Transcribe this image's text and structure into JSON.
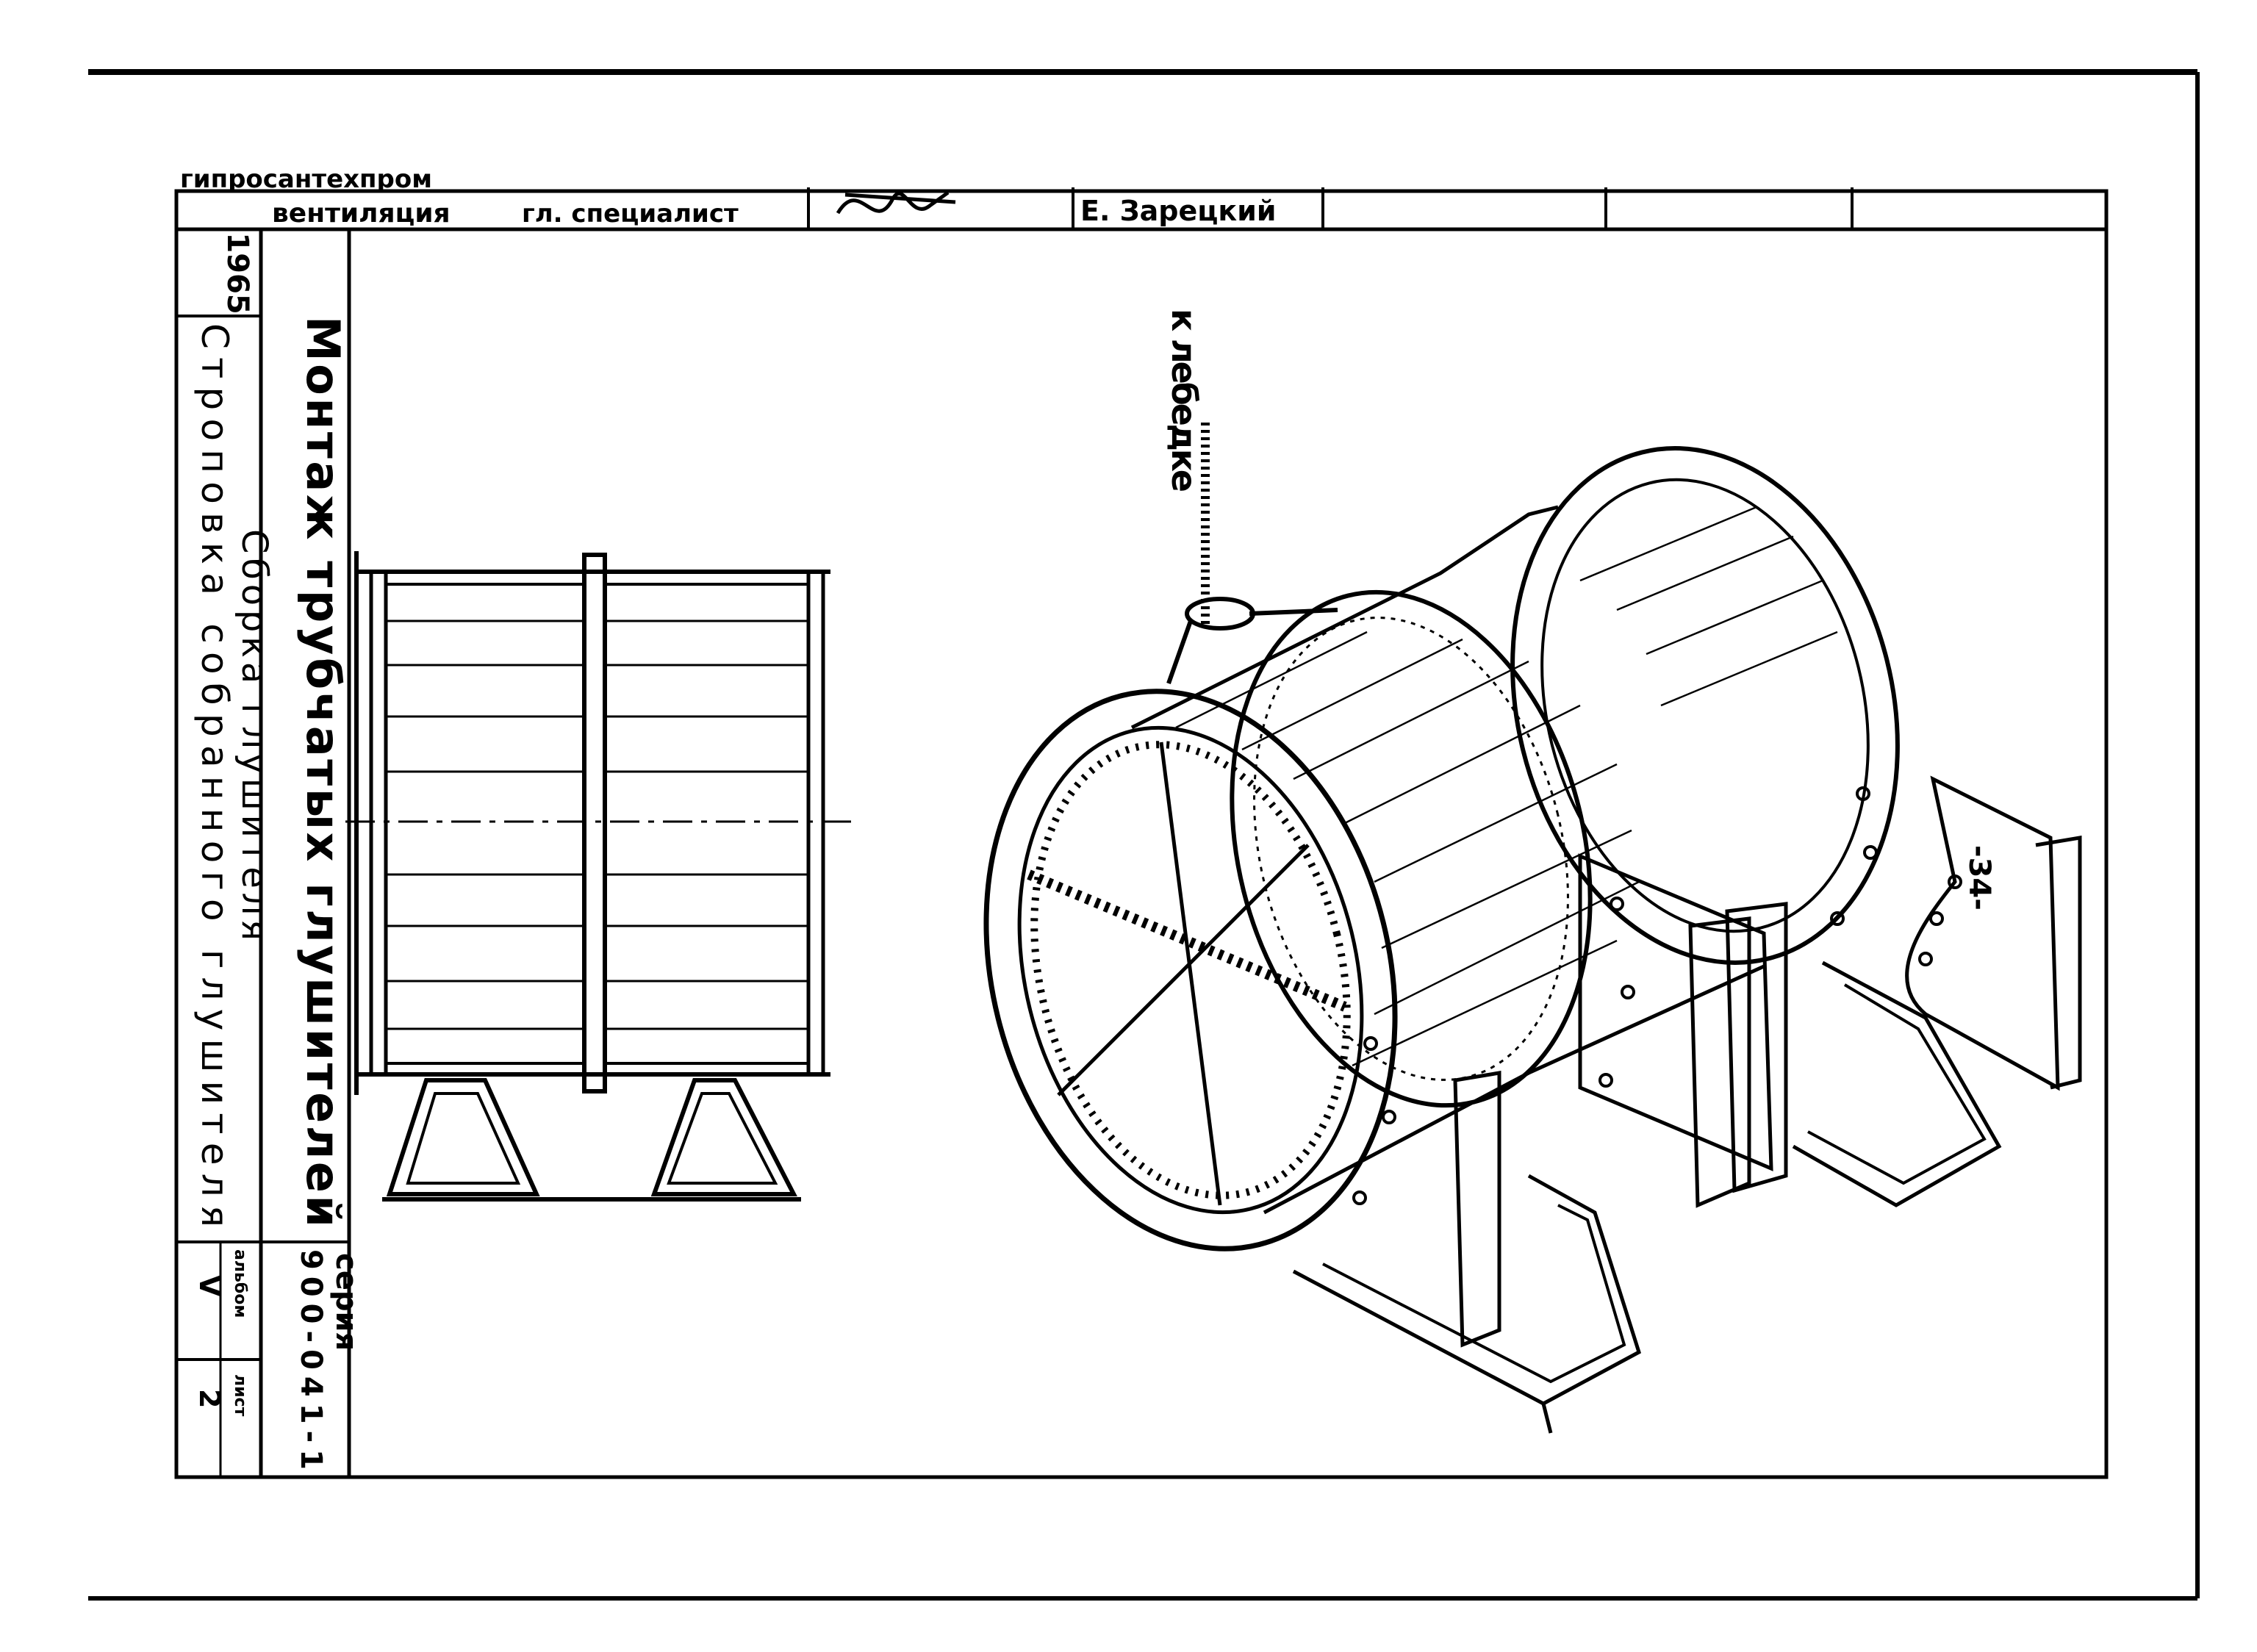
{
  "title_block": {
    "org_line": "гипросантехпром",
    "department": "вентиляция",
    "role": "гл. специалист",
    "name": "Е. Зарецкий",
    "signature": "(signature)",
    "year": "1965",
    "main_title": "Монтаж трубчатых глушителей",
    "subtitle_assembly": "Сборка глушителя",
    "subtitle_slinging": "Строповка собранного глушителя",
    "series_label": "серия",
    "series_value": "900-041-1",
    "album_label": "альбом",
    "album_value": "V",
    "sheet_label": "лист",
    "sheet_value": "2"
  },
  "drawing": {
    "winch_label": "к лебедке",
    "page_number": "-34-"
  }
}
